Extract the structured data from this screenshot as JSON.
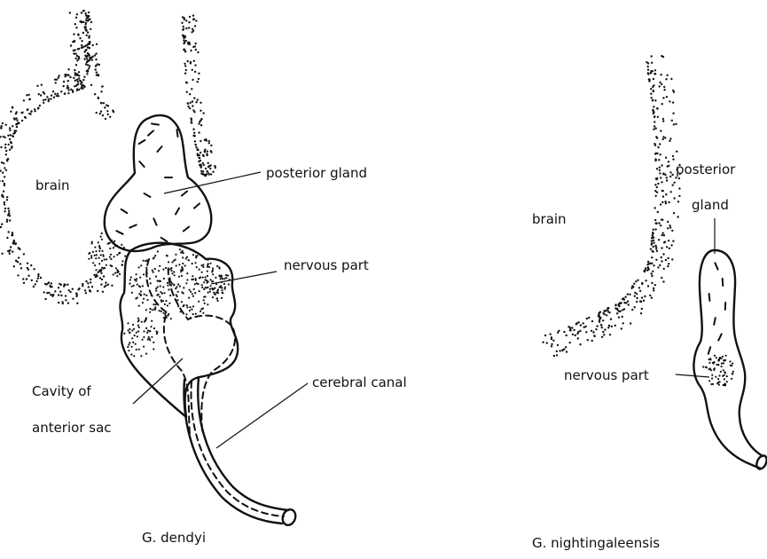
{
  "left_figure": {
    "caption": "G. dendyi",
    "labels": {
      "brain": "brain",
      "posterior_gland": "posterior gland",
      "nervous_part": "nervous part",
      "cavity_line1": "Cavity of",
      "cavity_line2": "anterior sac",
      "cerebral_canal": "cerebral canal"
    }
  },
  "right_figure": {
    "caption": "G. nightingaleensis",
    "labels": {
      "brain": "brain",
      "posterior_line1": "posterior",
      "posterior_line2": "gland",
      "nervous_part": "nervous part"
    }
  }
}
